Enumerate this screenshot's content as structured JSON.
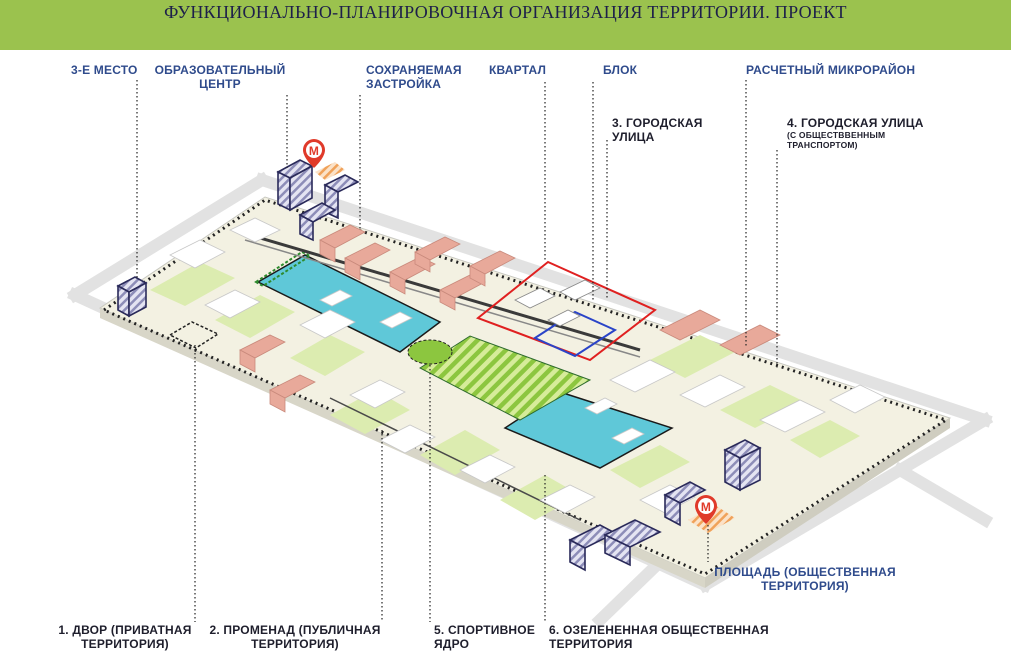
{
  "header": {
    "title": "ФУНКЦИОНАЛЬНО-ПЛАНИРОВОЧНАЯ ОРГАНИЗАЦИЯ ТЕРРИТОРИИ. ПРОЕКТ"
  },
  "labels": {
    "third_place": "3-Е МЕСТО",
    "edu_center_1": "ОБРАЗОВАТЕЛЬНЫЙ",
    "edu_center_2": "ЦЕНТР",
    "preserved_1": "СОХРАНЯЕМАЯ",
    "preserved_2": "ЗАСТРОЙКА",
    "quarter": "КВАРТАЛ",
    "block": "БЛОК",
    "micro_district": "РАСЧЕТНЫЙ МИКРОРАЙОН",
    "city_street_3_1": "3. ГОРОДСКАЯ",
    "city_street_3_2": "УЛИЦА",
    "city_street_4_1": "4. ГОРОДСКАЯ УЛИЦА",
    "city_street_4_2": "(С ОБЩЕСТВВЕННЫМ",
    "city_street_4_3": "ТРАНСПОРТОМ)",
    "square_1": "ПЛОЩАДЬ (ОБЩЕСТВЕННАЯ",
    "square_2": "ТЕРРИТОРИЯ)",
    "yard_1": "1. ДВОР (ПРИВАТНАЯ",
    "yard_2": "ТЕРРИТОРИЯ)",
    "promenade_1": "2. ПРОМЕНАД (ПУБЛИЧНАЯ",
    "promenade_2": "ТЕРРИТОРИЯ)",
    "sport_1": "5. СПОРТИВНОЕ",
    "sport_2": "ЯДРО",
    "green_1": "6. ОЗЕЛЕНЕННАЯ ОБЩЕСТВЕННАЯ",
    "green_2": "ТЕРРИТОРИЯ"
  },
  "metro": {
    "symbol": "М"
  },
  "colors": {
    "header_bg": "#9bc24e",
    "label_blue": "#2f4b8c",
    "water": "#5fc8d8",
    "green_stripe": "#8cc63f",
    "preserved": "#e8a99a",
    "quarter_outline": "#e02020",
    "block_outline": "#2a44c8",
    "metro_red": "#e03a2a"
  }
}
